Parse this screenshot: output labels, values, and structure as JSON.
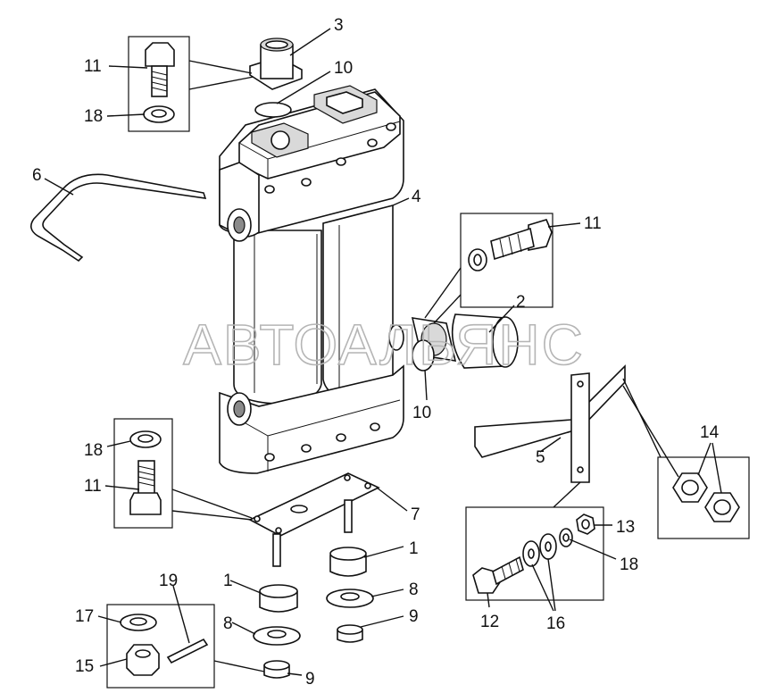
{
  "watermark": "АВТОАЛЬЯНС",
  "callouts": {
    "c3": "3",
    "c11a": "11",
    "c10a": "10",
    "c18a": "18",
    "c6": "6",
    "c4": "4",
    "c11b": "11",
    "c2": "2",
    "c10b": "10",
    "c14": "14",
    "c5": "5",
    "c18b": "18",
    "c11c": "11",
    "c7": "7",
    "c13": "13",
    "c18c": "18",
    "c1a": "1",
    "c1b": "1",
    "c8a": "8",
    "c8b": "8",
    "c19": "19",
    "c9a": "9",
    "c9b": "9",
    "c17": "17",
    "c15": "15",
    "c12": "12",
    "c16": "16"
  }
}
